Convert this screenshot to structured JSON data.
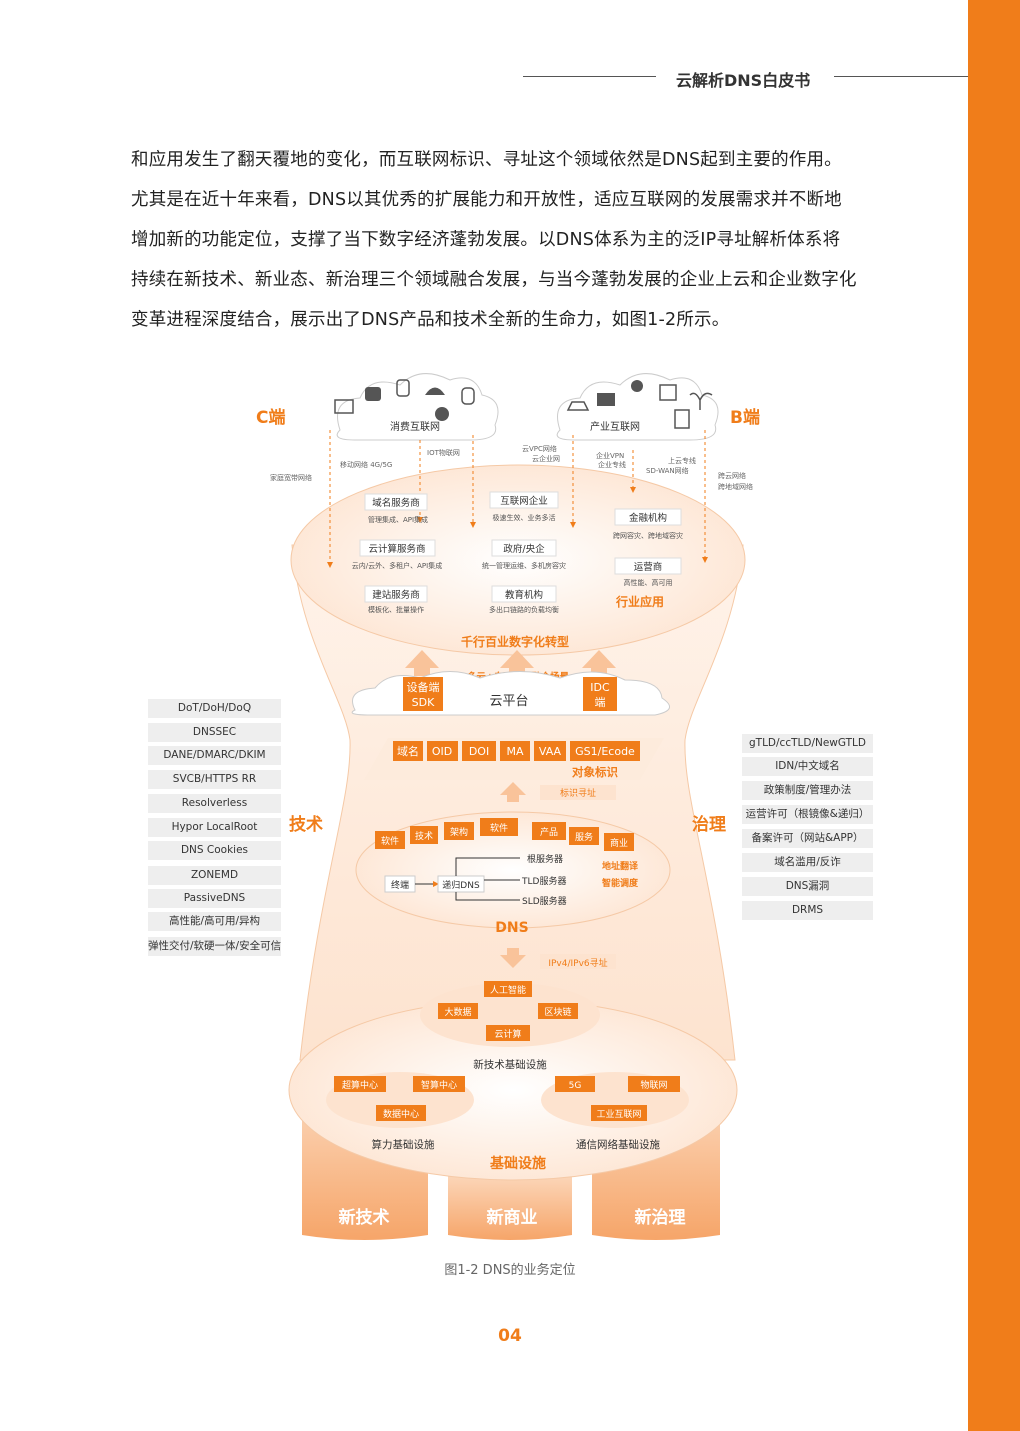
{
  "header": {
    "title": "云解析DNS白皮书"
  },
  "body": {
    "lines": [
      "和应用发生了翻天覆地的变化，而互联网标识、寻址这个领域依然是DNS起到主要的作用。",
      "尤其是在近十年来看，DNS以其优秀的扩展能力和开放性，适应互联网的发展需求并不断地",
      "增加新的功能定位，支撑了当下数字经济蓬勃发展。以DNS体系为主的泛IP寻址解析体系将",
      "持续在新技术、新业态、新治理三个领域融合发展，与当今蓬勃发展的企业上云和企业数字化",
      "变革进程深度结合，展示出了DNS产品和技术全新的生命力，如图1-2所示。"
    ]
  },
  "diagram": {
    "c_end": "C端",
    "b_end": "B端",
    "consumer_internet": "消费互联网",
    "industry_internet": "产业互联网",
    "net_labels": {
      "home_broadband": "家庭宽带网络",
      "mobile": "移动网络 4G/5G",
      "iot": "IOT物联网",
      "cloud_vpc": "云VPC网络",
      "cloud_enterprise": "云企业网",
      "enterprise_vpn": "企业VPN",
      "enterprise_line": "企业专线",
      "cloud_line": "上云专线",
      "sdwan": "SD-WAN网络",
      "cross_cloud": "跨云网络",
      "cross_region": "跨地域网络"
    },
    "industry_items": [
      {
        "name": "域名服务商",
        "desc": "管理集成、API集成"
      },
      {
        "name": "云计算服务商",
        "desc": "云内/云外、多租户、API集成"
      },
      {
        "name": "建站服务商",
        "desc": "模板化、批量操作"
      },
      {
        "name": "互联网企业",
        "desc": "极速生效、业务多活"
      },
      {
        "name": "政府/央企",
        "desc": "统一管理运维、多机房容灾"
      },
      {
        "name": "教育机构",
        "desc": "多出口链路的负载均衡"
      },
      {
        "name": "金融机构",
        "desc": "跨网容灾、跨地域容灾"
      },
      {
        "name": "运营商",
        "desc": "高性能、高可用"
      }
    ],
    "industry_app": "行业应用",
    "digital_transform": "千行百业数字化转型",
    "multicloud": "多云+自建IDC融合场景",
    "device_sdk": "设备端\nSDK",
    "cloud_platform": "云平台",
    "idc": "IDC\n端",
    "identifiers": [
      "域名",
      "OID",
      "DOI",
      "MA",
      "VAA",
      "GS1/Ecode"
    ],
    "object_id": "对象标识",
    "id_addressing": "标识寻址",
    "dns_ring": [
      "软件",
      "技术",
      "架构",
      "软件",
      "产品",
      "服务",
      "商业"
    ],
    "dns_terminal": "终端",
    "dns_recursive": "递归DNS",
    "dns_root": "根服务器",
    "dns_tld": "TLD服务器",
    "dns_sld": "SLD服务器",
    "addr_translate": "地址翻译",
    "smart_schedule": "智能调度",
    "dns": "DNS",
    "ipv46": "IPv4/IPv6寻址",
    "new_tech_items": [
      "人工智能",
      "大数据",
      "区块链",
      "云计算"
    ],
    "new_tech_infra": "新技术基础设施",
    "compute_items": [
      "超算中心",
      "智算中心",
      "数据中心"
    ],
    "compute_infra": "算力基础设施",
    "comm_items": [
      "5G",
      "物联网",
      "工业互联网"
    ],
    "comm_infra": "通信网络基础设施",
    "infra": "基础设施",
    "pillars": [
      "新技术",
      "新商业",
      "新治理"
    ],
    "tech_label": "技术",
    "gov_label": "治理",
    "tech_list": [
      "DoT/DoH/DoQ",
      "DNSSEC",
      "DANE/DMARC/DKIM",
      "SVCB/HTTPS RR",
      "Resolverless",
      "Hypor LocalRoot",
      "DNS Cookies",
      "ZONEMD",
      "PassiveDNS",
      "高性能/高可用/异构",
      "弹性交付/软硬一体/安全可信"
    ],
    "gov_list": [
      "gTLD/ccTLD/NewGTLD",
      "IDN/中文域名",
      "政策制度/管理办法",
      "运营许可（根镜像&递归）",
      "备案许可（网站&APP）",
      "域名滥用/反诈",
      "DNS漏洞",
      "DRMS"
    ],
    "caption": "图1-2 DNS的业务定位"
  },
  "page": {
    "number": "04"
  },
  "colors": {
    "accent": "#f07d1a",
    "light": "#fde8d6"
  }
}
